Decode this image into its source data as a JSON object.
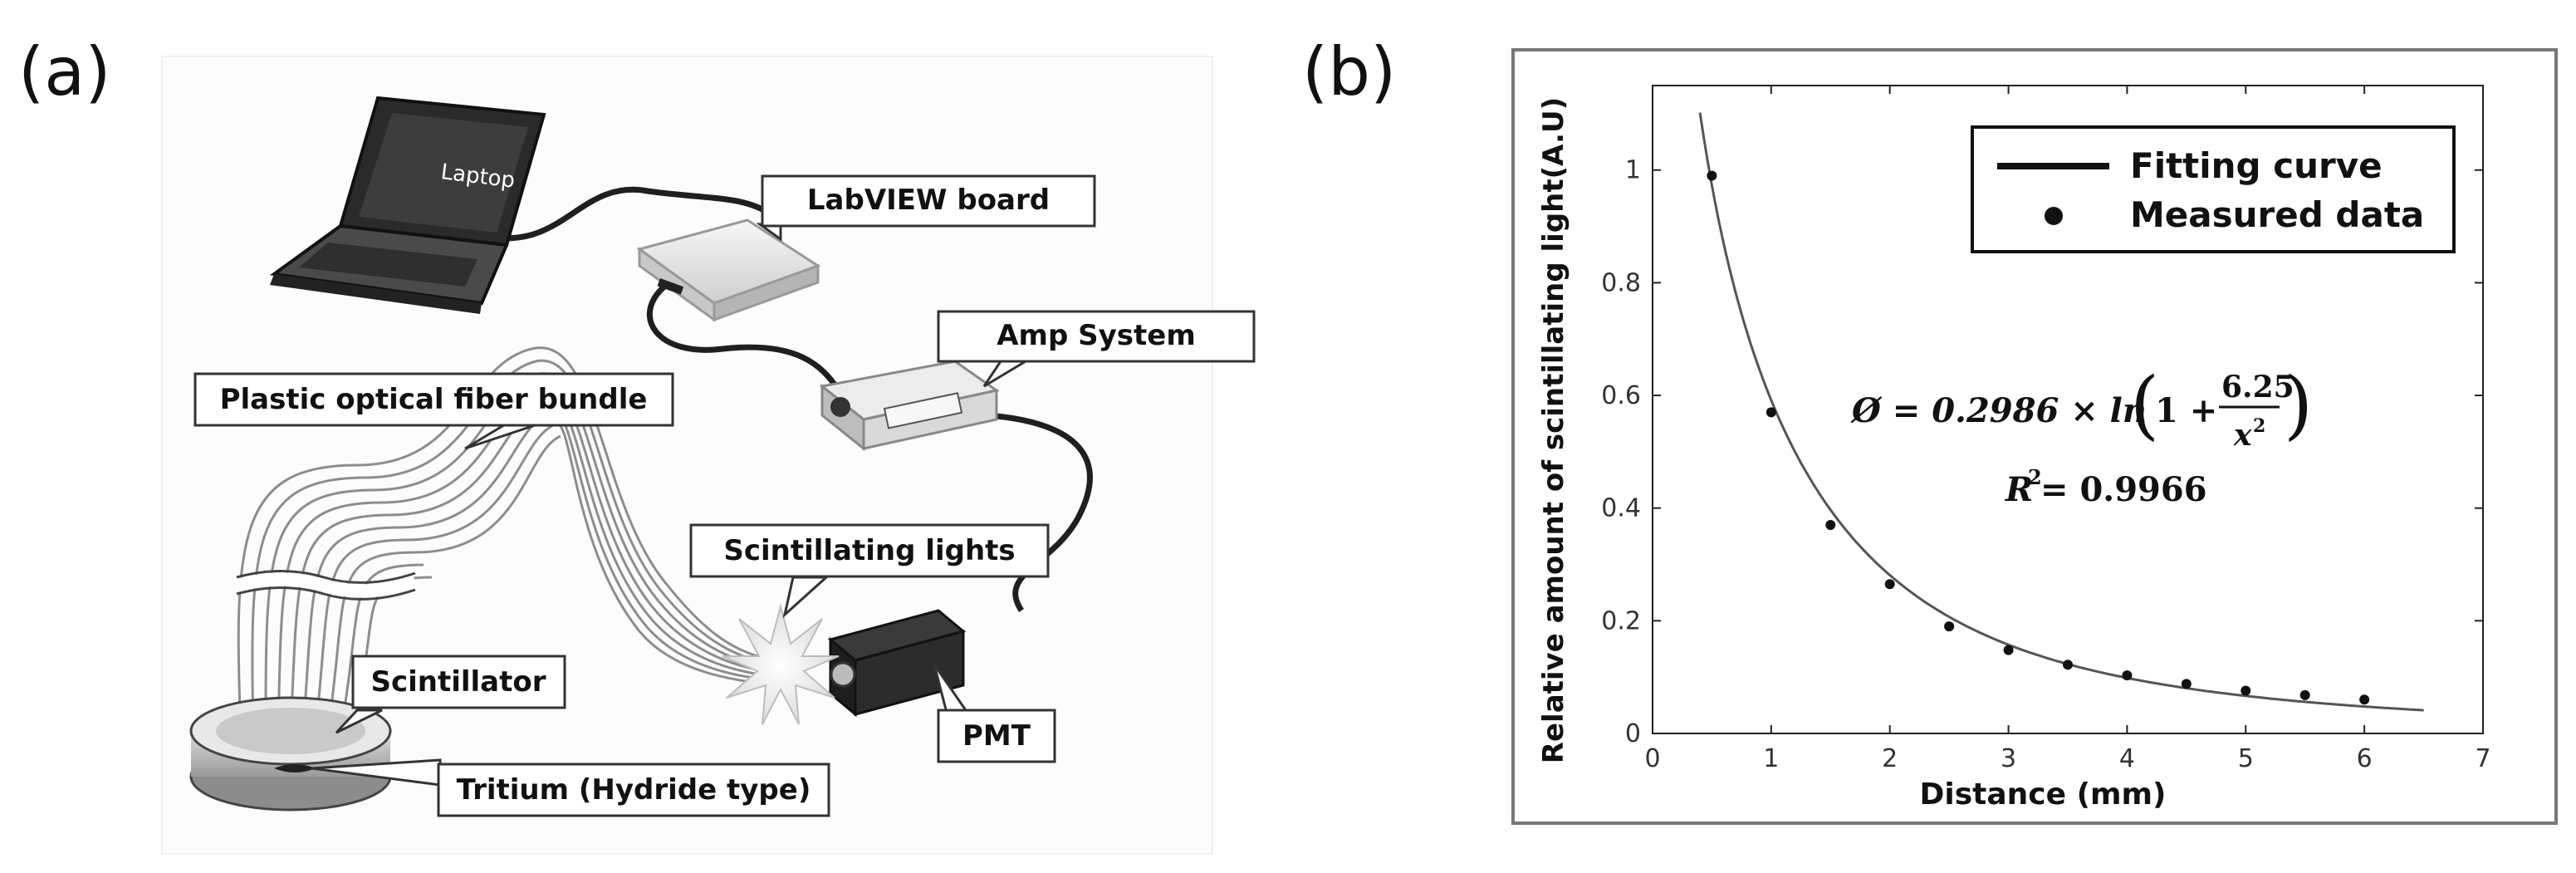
{
  "panels": {
    "a": "(a)",
    "b": "(b)"
  },
  "diagram": {
    "laptop_screen_text": "Laptop",
    "labels": {
      "labview": "LabVIEW board",
      "amp": "Amp System",
      "fiber": "Plastic optical fiber bundle",
      "scint_lights": "Scintillating lights",
      "scintillator": "Scintillator",
      "tritium": "Tritium (Hydride type)",
      "pmt": "PMT"
    },
    "colors": {
      "device_dark": "#2b2b2b",
      "device_light": "#e9e9e9",
      "fiber": "#8a8a8a"
    }
  },
  "chart_data": {
    "type": "scatter",
    "title": "",
    "xlabel": "Distance (mm)",
    "ylabel": "Relative amount of scintillating light(A.U)",
    "xlim": [
      0,
      7
    ],
    "ylim": [
      0,
      1.15
    ],
    "xticks": [
      "0",
      "1",
      "2",
      "3",
      "4",
      "5",
      "6",
      "7"
    ],
    "yticks": [
      "0",
      "0.2",
      "0.4",
      "0.6",
      "0.8",
      "1"
    ],
    "legend": {
      "placement": "top-right",
      "line_label": "Fitting curve",
      "marker_label": "Measured data"
    },
    "series": [
      {
        "name": "Measured data",
        "x": [
          0.5,
          1.0,
          1.5,
          2.0,
          2.5,
          3.0,
          3.5,
          4.0,
          4.5,
          5.0,
          5.5,
          6.0
        ],
        "y": [
          0.99,
          0.57,
          0.37,
          0.265,
          0.19,
          0.148,
          0.122,
          0.103,
          0.088,
          0.076,
          0.068,
          0.06
        ]
      },
      {
        "name": "Fitting curve",
        "function": "0.2986*ln(1+6.25/x^2)",
        "x_start": 0.4,
        "x_end": 6.5
      }
    ],
    "equation": {
      "lhs": "Ø = 0.2986 × ln",
      "num": "6.25",
      "den": "x",
      "den_exp": "2",
      "one_plus": "1 +",
      "r2_lhs": "R",
      "r2_exp": "2",
      "r2_rhs": " = 0.9966"
    },
    "grid": false
  }
}
